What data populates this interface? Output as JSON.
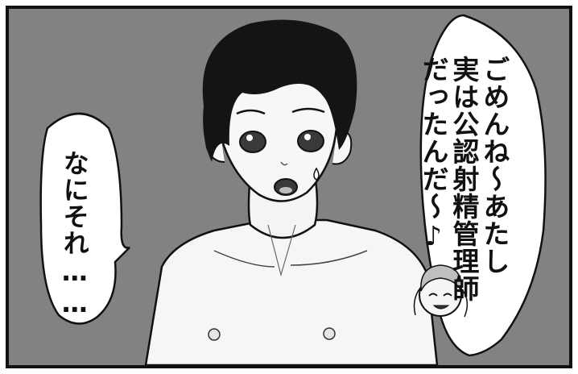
{
  "bubbles": {
    "left": {
      "text": "なにそれ……"
    },
    "right": {
      "lines": [
        "ごめんね〜あたし",
        "実は公認射精管理師",
        "だったんだ〜♪"
      ]
    }
  },
  "colors": {
    "background": "#828282",
    "ink": "#111111",
    "skin": "#f7f7f7",
    "hair": "#141414"
  }
}
